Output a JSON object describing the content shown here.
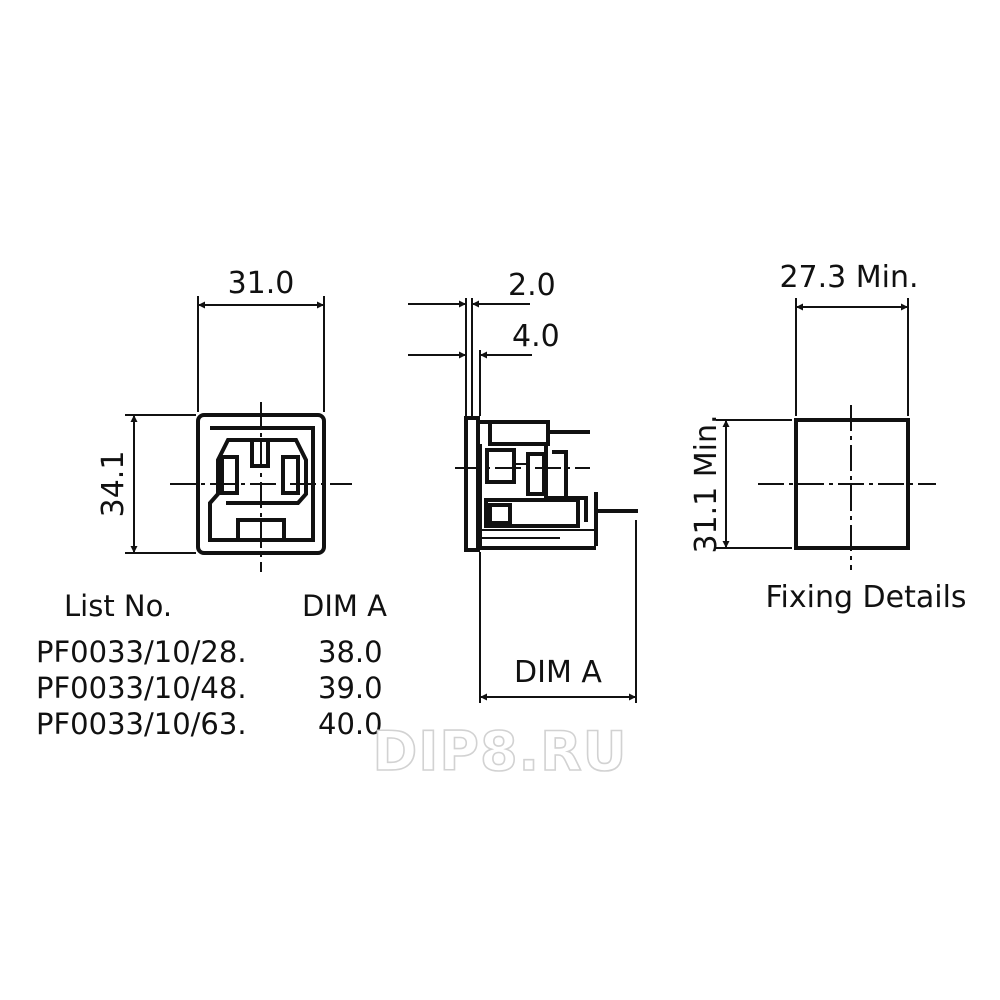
{
  "front_view": {
    "width_dim": "31.0",
    "height_dim": "34.1"
  },
  "side_view": {
    "dim_top": "2.0",
    "dim_second": "4.0",
    "dim_a": "DIM  A"
  },
  "fixing": {
    "width_dim": "27.3  Min.",
    "height_dim": "31.1  Min.",
    "caption": "Fixing  Details"
  },
  "table": {
    "col1_header": "List  No.",
    "col2_header": "DIM  A",
    "rows": [
      {
        "list_no": "PF0033/10/28.",
        "dim_a": "38.0"
      },
      {
        "list_no": "PF0033/10/48.",
        "dim_a": "39.0"
      },
      {
        "list_no": "PF0033/10/63.",
        "dim_a": "40.0"
      }
    ]
  },
  "watermark": "DIP8.RU",
  "colors": {
    "ink": "#111111",
    "background": "#ffffff",
    "watermark": "#d2d2d2"
  }
}
